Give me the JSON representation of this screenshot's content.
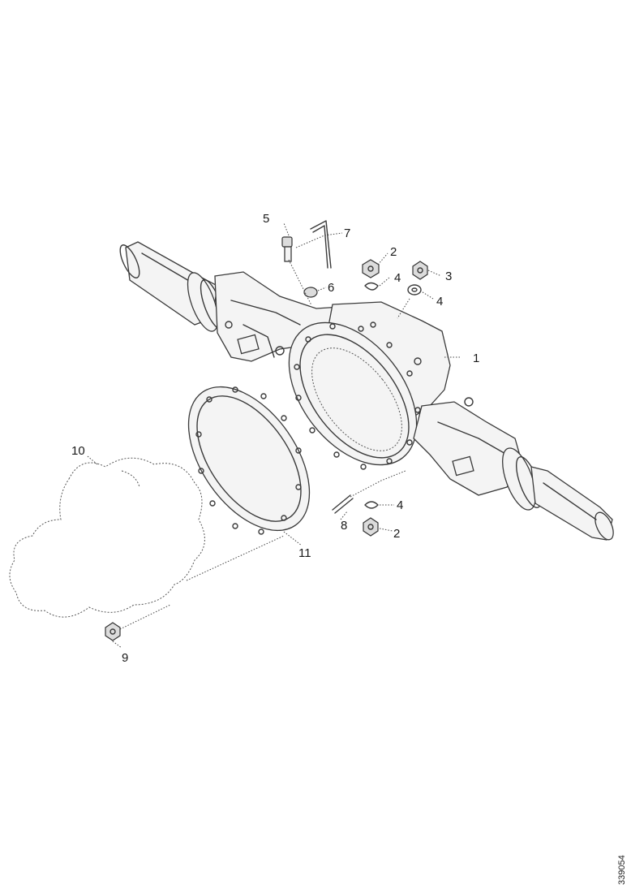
{
  "diagram": {
    "callouts": {
      "c1": "1",
      "c2_top": "2",
      "c2_bottom": "2",
      "c3": "3",
      "c4_a": "4",
      "c4_b": "4",
      "c4_c": "4",
      "c5": "5",
      "c6": "6",
      "c7": "7",
      "c8": "8",
      "c9": "9",
      "c10": "10",
      "c11": "11"
    },
    "reference_code": "339054"
  }
}
